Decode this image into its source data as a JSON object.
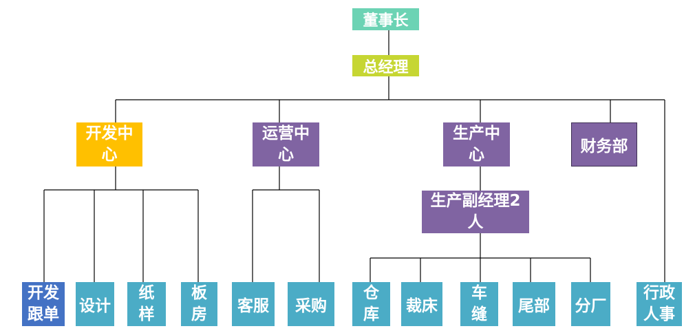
{
  "colors": {
    "chairman": "#6cd3b4",
    "gm": "#c6d633",
    "dev": "#ffc000",
    "purple": "#8064a2",
    "blue_dark": "#4472c4",
    "teal": "#4bacc6",
    "line": "#000000"
  },
  "nodes": {
    "chairman": "董事长",
    "gm": "总经理",
    "dev_center": "开发中\n心",
    "ops_center": "运营中\n心",
    "prod_center": "生产中\n心",
    "finance": "财务部",
    "prod_deputy": "生产副经理2\n人",
    "dev_follow": "开发\n跟单",
    "design": "设计",
    "paper_sample": "纸\n样",
    "pattern_room": "板\n房",
    "customer_service": "客服",
    "purchasing": "采购",
    "warehouse": "仓\n库",
    "cutting": "裁床",
    "sewing": "车\n缝",
    "finishing": "尾部",
    "branch_factory": "分厂",
    "admin_hr": "行政\n人事"
  }
}
